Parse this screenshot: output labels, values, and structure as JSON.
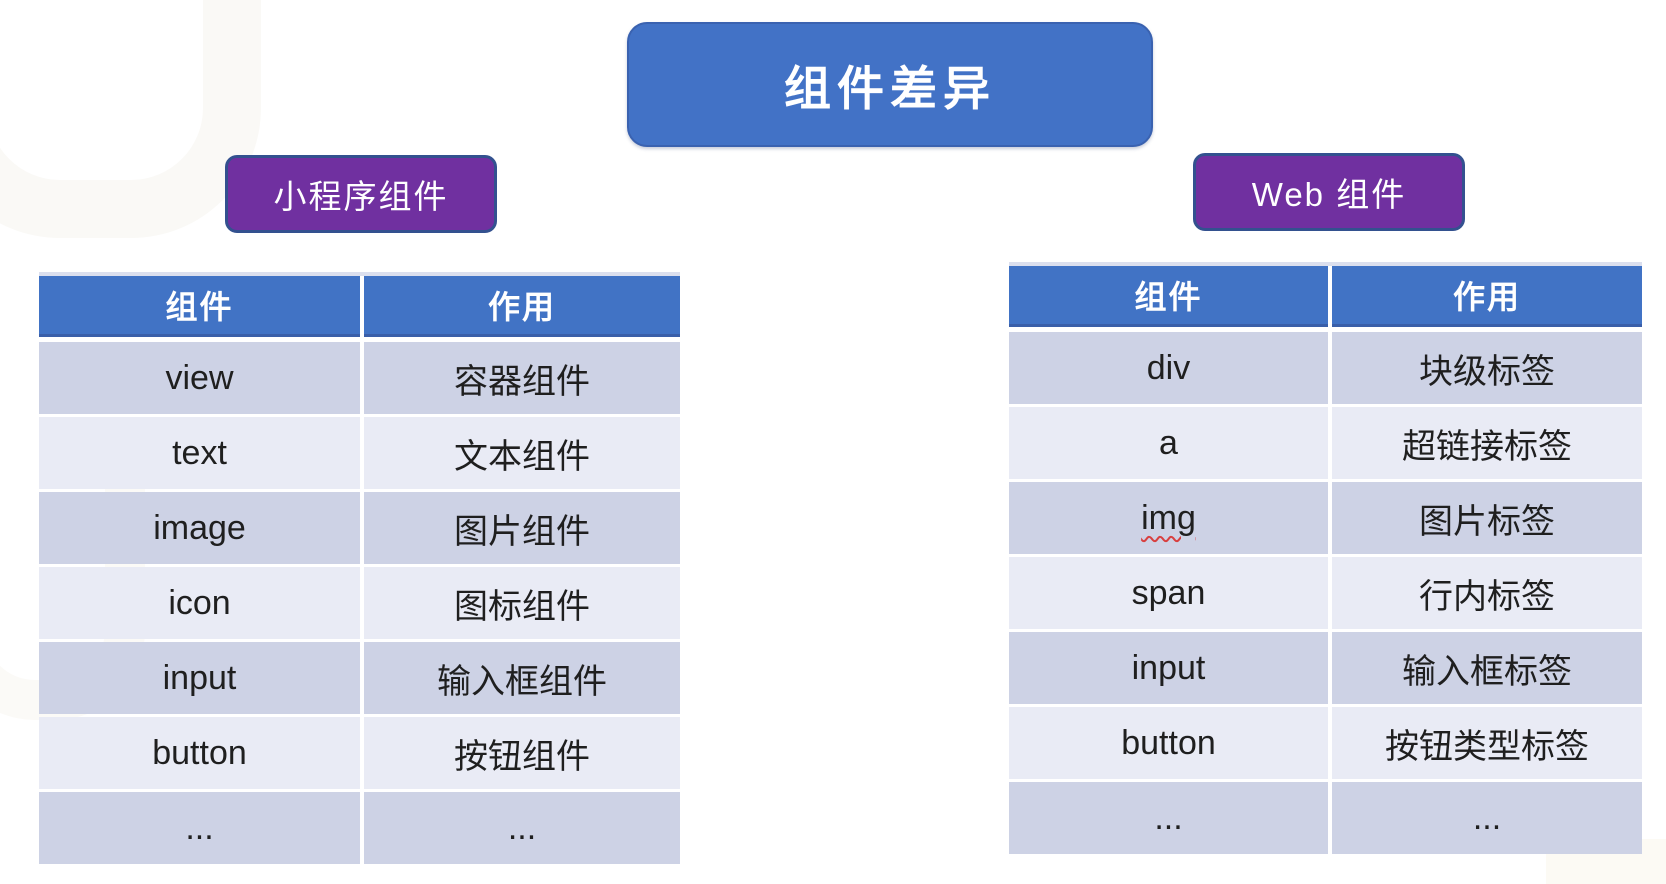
{
  "title": "组件差异",
  "labels": {
    "left": "小程序组件",
    "right": "Web 组件"
  },
  "decorations": {
    "watermark": "faint-letter-curve"
  },
  "colors": {
    "title_bg": "#4272C6",
    "title_border": "#3A62B0",
    "label_bg": "#7030A0",
    "label_border": "#33518F",
    "header_bg": "#4173C5",
    "row_dark": "#CDD2E5",
    "row_light": "#E9EBF5",
    "squiggle": "#D84040"
  },
  "tables": [
    {
      "name": "miniprogram-components",
      "headers": [
        "组件",
        "作用"
      ],
      "rows": [
        {
          "component": "view",
          "purpose": "容器组件"
        },
        {
          "component": "text",
          "purpose": "文本组件"
        },
        {
          "component": "image",
          "purpose": "图片组件"
        },
        {
          "component": "icon",
          "purpose": "图标组件"
        },
        {
          "component": "input",
          "purpose": "输入框组件"
        },
        {
          "component": "button",
          "purpose": "按钮组件"
        },
        {
          "component": "...",
          "purpose": "..."
        }
      ]
    },
    {
      "name": "web-components",
      "headers": [
        "组件",
        "作用"
      ],
      "rows": [
        {
          "component": "div",
          "purpose": "块级标签"
        },
        {
          "component": "a",
          "purpose": "超链接标签"
        },
        {
          "component": "img",
          "purpose": "图片标签",
          "misspelled": true
        },
        {
          "component": "span",
          "purpose": "行内标签"
        },
        {
          "component": "input",
          "purpose": "输入框标签"
        },
        {
          "component": "button",
          "purpose": "按钮类型标签"
        },
        {
          "component": "...",
          "purpose": "..."
        }
      ]
    }
  ]
}
